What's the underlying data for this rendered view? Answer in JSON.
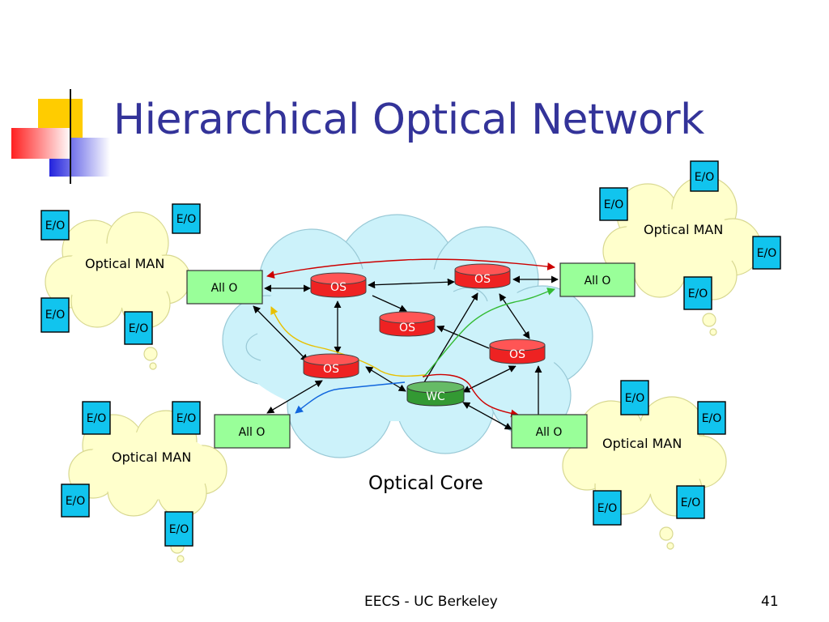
{
  "slide": {
    "title": "Hierarchical Optical Network",
    "footer": "EECS - UC Berkeley",
    "page_number": "41"
  },
  "core": {
    "label": "Optical Core"
  },
  "mans": {
    "top_left": {
      "label": "Optical MAN"
    },
    "top_right": {
      "label": "Optical MAN"
    },
    "bottom_left": {
      "label": "Optical MAN"
    },
    "bottom_right": {
      "label": "Optical MAN"
    }
  },
  "nodes": {
    "eo": "E/O",
    "all_o": "All O",
    "os": "OS",
    "wc": "WC"
  },
  "colors": {
    "title": "#333399",
    "eo_box": "#11c4ee",
    "all_o_box": "#99ff99",
    "os_node": "#ee2222",
    "wc_node": "#339933",
    "core_cloud": "#ccf2fa",
    "man_cloud": "#ffffcc",
    "path_red": "#cc0000",
    "path_yellow": "#e8c000",
    "path_green": "#33bb33",
    "path_blue": "#1166dd"
  }
}
